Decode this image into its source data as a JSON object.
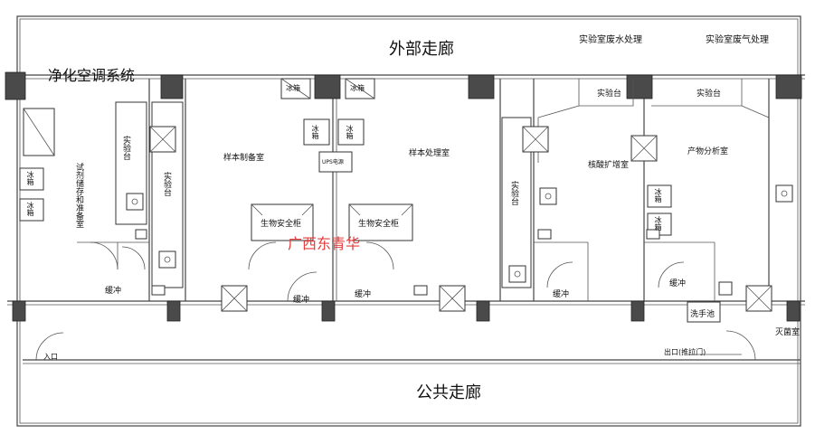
{
  "corridor_outer": "外部走廊",
  "corridor_public": "公共走廊",
  "clean_ac": "净化空调系统",
  "lab_wastewater": "实验室废水处理",
  "lab_wastegas": "实验室废气处理",
  "reagent_room": "试剂储存和准备室",
  "sample_prep": "样本制备室",
  "sample_proc": "样本处理室",
  "amplification": "核酸扩增室",
  "product_analysis": "产物分析室",
  "bench": "实验台",
  "biosafety": "生物安全柜",
  "buffer": "缓冲",
  "entrance": "入口",
  "exit": "出口(推拉门)",
  "handwash": "洗手池",
  "sterilize": "灭菌室",
  "fridge_v": "冰箱",
  "fridge_h": "冰箱",
  "ups": "UPS电源",
  "watermark": "广西东青华"
}
